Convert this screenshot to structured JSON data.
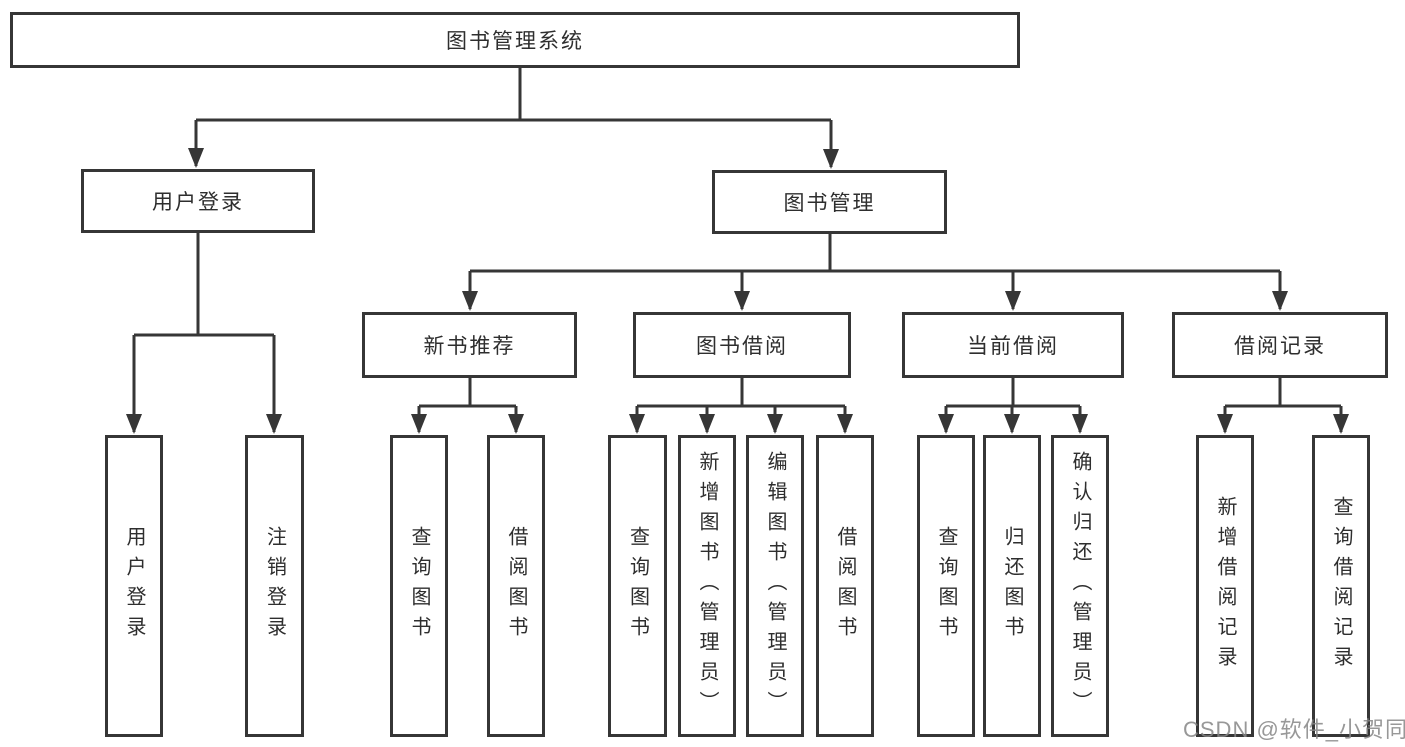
{
  "tree": {
    "root": "图书管理系统",
    "branches": [
      {
        "label": "用户登录",
        "leaves": [
          "用户登录",
          "注销登录"
        ]
      },
      {
        "label": "图书管理",
        "groups": [
          {
            "label": "新书推荐",
            "leaves": [
              "查询图书",
              "借阅图书"
            ]
          },
          {
            "label": "图书借阅",
            "leaves": [
              "查询图书",
              "新增图书（管理员）",
              "编辑图书（管理员）",
              "借阅图书"
            ]
          },
          {
            "label": "当前借阅",
            "leaves": [
              "查询图书",
              "归还图书",
              "确认归还（管理员）"
            ]
          },
          {
            "label": "借阅记录",
            "leaves": [
              "新增借阅记录",
              "查询借阅记录"
            ]
          }
        ]
      }
    ]
  },
  "watermark": {
    "text": "CSDN @软件_小贺同学"
  },
  "colors": {
    "line": "#363636",
    "box_border": "#363636",
    "box_fill": "#ffffff",
    "text": "#2e2e2e",
    "watermark": "#868686"
  }
}
